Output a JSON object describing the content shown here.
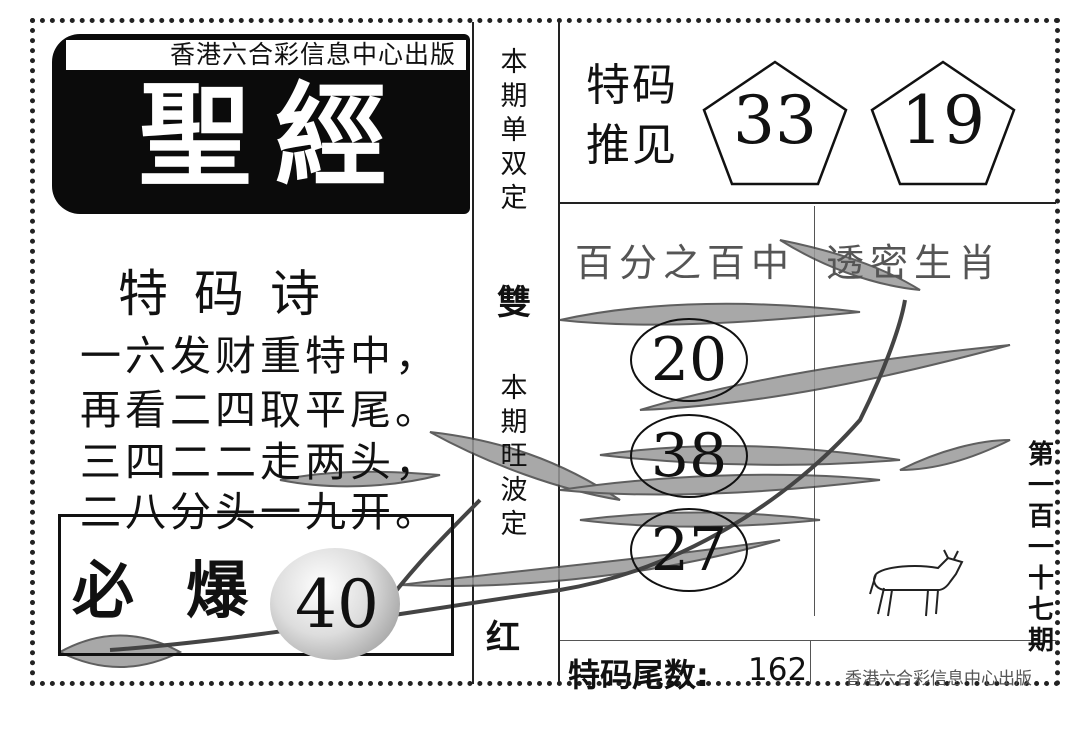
{
  "publisher": "香港六合彩信息中心出版",
  "masthead": "聖經",
  "poem": {
    "title": "特码诗",
    "lines": [
      "一六发财重特中，",
      "再看二四取平尾。",
      "三四二二走两头，",
      "二八分头一九开。"
    ]
  },
  "must_explode": {
    "label": "必爆",
    "number": "40"
  },
  "side_column": {
    "odd_even_text": "本期单双定",
    "odd_even_answer": "雙",
    "wave_text": "本期旺波定",
    "wave_answer": "红"
  },
  "special_recommend": {
    "label": "特码推见",
    "numbers": [
      "33",
      "19"
    ]
  },
  "handwritten": {
    "left": "百分之百中",
    "right": "透密生肖"
  },
  "zodiac_numbers": [
    "20",
    "38",
    "27"
  ],
  "tail": {
    "label": "特码尾数:",
    "value": "162"
  },
  "footer_publisher": "香港六合彩信息中心出版",
  "issue": "第一百一十七期",
  "icons": {
    "zodiac_animal": "ox-icon",
    "background": "bamboo-leaf-icon"
  }
}
